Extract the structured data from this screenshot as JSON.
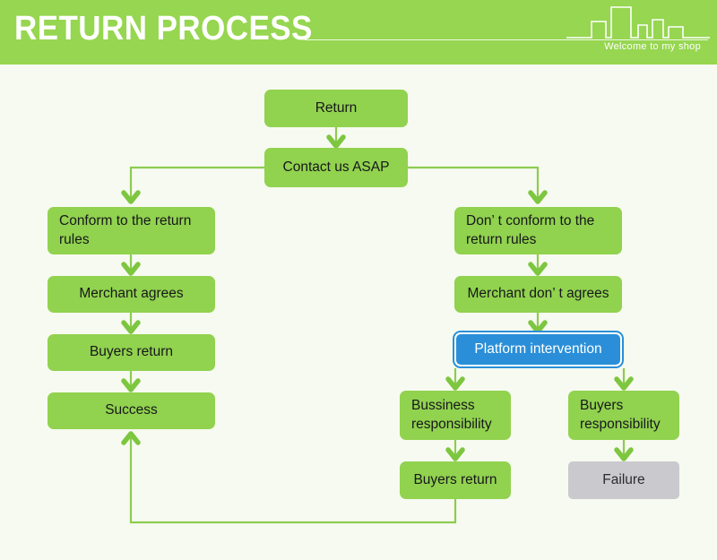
{
  "header": {
    "title": "RETURN PROCESS",
    "tagline": "Welcome to my shop",
    "bg_color": "#96d650",
    "text_color": "#ffffff",
    "skyline_icon": "city-skyline-icon"
  },
  "canvas": {
    "background_color": "#f7faf0",
    "node_color": "#91d24f",
    "highlight_color": "#2a8fd8",
    "terminal_color": "#c9c9ce",
    "connector_color": "#8dcb52"
  },
  "flow": {
    "nodes": [
      {
        "id": "return",
        "label": "Return",
        "style": "green",
        "align": "center"
      },
      {
        "id": "contact",
        "label": "Contact us ASAP",
        "style": "green",
        "align": "center"
      },
      {
        "id": "conform",
        "label": "Conform to the return rules",
        "style": "green",
        "align": "left"
      },
      {
        "id": "merchant-agrees",
        "label": "Merchant agrees",
        "style": "green",
        "align": "center"
      },
      {
        "id": "buyers-return-l",
        "label": "Buyers return",
        "style": "green",
        "align": "center"
      },
      {
        "id": "success",
        "label": "Success",
        "style": "green",
        "align": "center"
      },
      {
        "id": "not-conform",
        "label": "Don’ t conform to the return rules",
        "style": "green",
        "align": "left"
      },
      {
        "id": "merchant-dont",
        "label": "Merchant don’ t agrees",
        "style": "green",
        "align": "center"
      },
      {
        "id": "platform",
        "label": "Platform intervention",
        "style": "blue",
        "align": "center"
      },
      {
        "id": "business-resp",
        "label": "Bussiness responsibility",
        "style": "green",
        "align": "left"
      },
      {
        "id": "buyers-resp",
        "label": "Buyers responsibility",
        "style": "green",
        "align": "left"
      },
      {
        "id": "buyers-return-r",
        "label": "Buyers return",
        "style": "green",
        "align": "center"
      },
      {
        "id": "failure",
        "label": "Failure",
        "style": "gray",
        "align": "center"
      }
    ],
    "edges": [
      {
        "from": "return",
        "to": "contact"
      },
      {
        "from": "contact",
        "to": "conform"
      },
      {
        "from": "contact",
        "to": "not-conform"
      },
      {
        "from": "conform",
        "to": "merchant-agrees"
      },
      {
        "from": "merchant-agrees",
        "to": "buyers-return-l"
      },
      {
        "from": "buyers-return-l",
        "to": "success"
      },
      {
        "from": "not-conform",
        "to": "merchant-dont"
      },
      {
        "from": "merchant-dont",
        "to": "platform"
      },
      {
        "from": "platform",
        "to": "business-resp"
      },
      {
        "from": "platform",
        "to": "buyers-resp"
      },
      {
        "from": "business-resp",
        "to": "buyers-return-r"
      },
      {
        "from": "buyers-resp",
        "to": "failure"
      },
      {
        "from": "buyers-return-r",
        "to": "success"
      }
    ]
  }
}
